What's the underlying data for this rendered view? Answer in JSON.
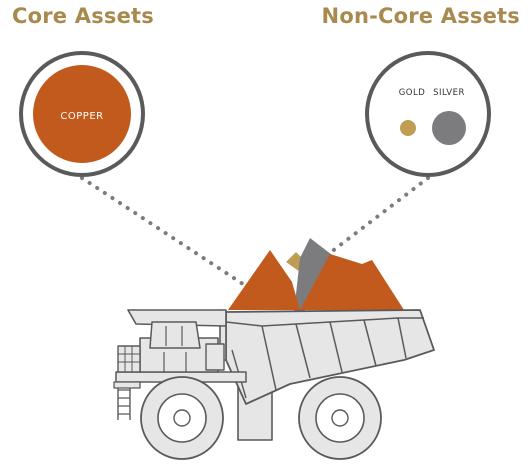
{
  "headings": {
    "core": "Core Assets",
    "non_core": "Non-Core Assets"
  },
  "core_badge": {
    "label": "COPPER"
  },
  "non_core_badge": {
    "gold_label": "GOLD",
    "silver_label": "SILVER"
  },
  "colors": {
    "heading": "#a88a4e",
    "copper": "#c15a1c",
    "gold": "#c09d55",
    "silver": "#7c7c7e",
    "outline": "#5a5a5a",
    "truck_fill": "#e6e6e6",
    "dots": "#7c7c7c"
  }
}
